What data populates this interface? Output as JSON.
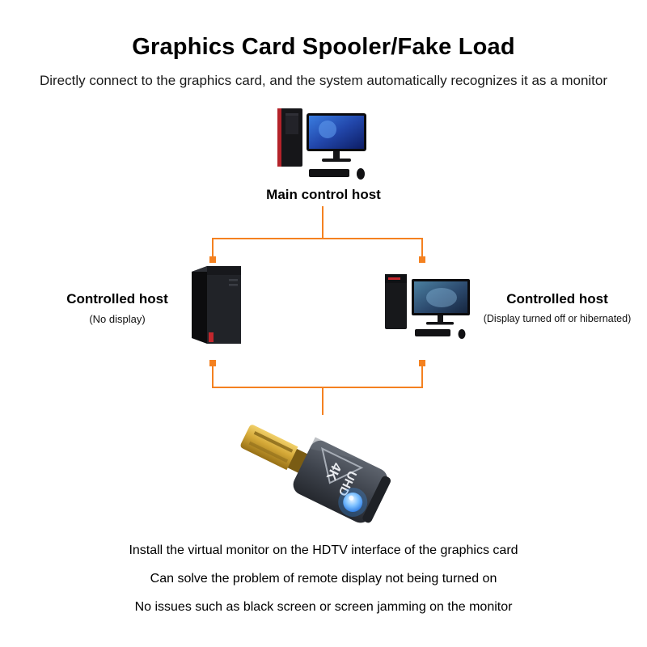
{
  "colors": {
    "accent": "#F48120",
    "led_blue": "#2E8FFF",
    "connector_gold": "#D4A837"
  },
  "header": {
    "title": "Graphics Card Spooler/Fake Load",
    "subtitle": "Directly connect to the graphics card, and the system automatically recognizes it as a monitor"
  },
  "diagram": {
    "main_host_label": "Main control host",
    "left_host": {
      "label": "Controlled host",
      "sublabel": "(No display)"
    },
    "right_host": {
      "label": "Controlled host",
      "sublabel": "(Display turned off or hibernated)"
    }
  },
  "product": {
    "badge_line1": "4K",
    "badge_line2": "UHD"
  },
  "footer": {
    "lines": [
      "Install the virtual monitor on the HDTV interface of the graphics card",
      "Can solve the problem of remote display not being turned on",
      "No issues such as black screen or screen jamming on the monitor"
    ]
  }
}
